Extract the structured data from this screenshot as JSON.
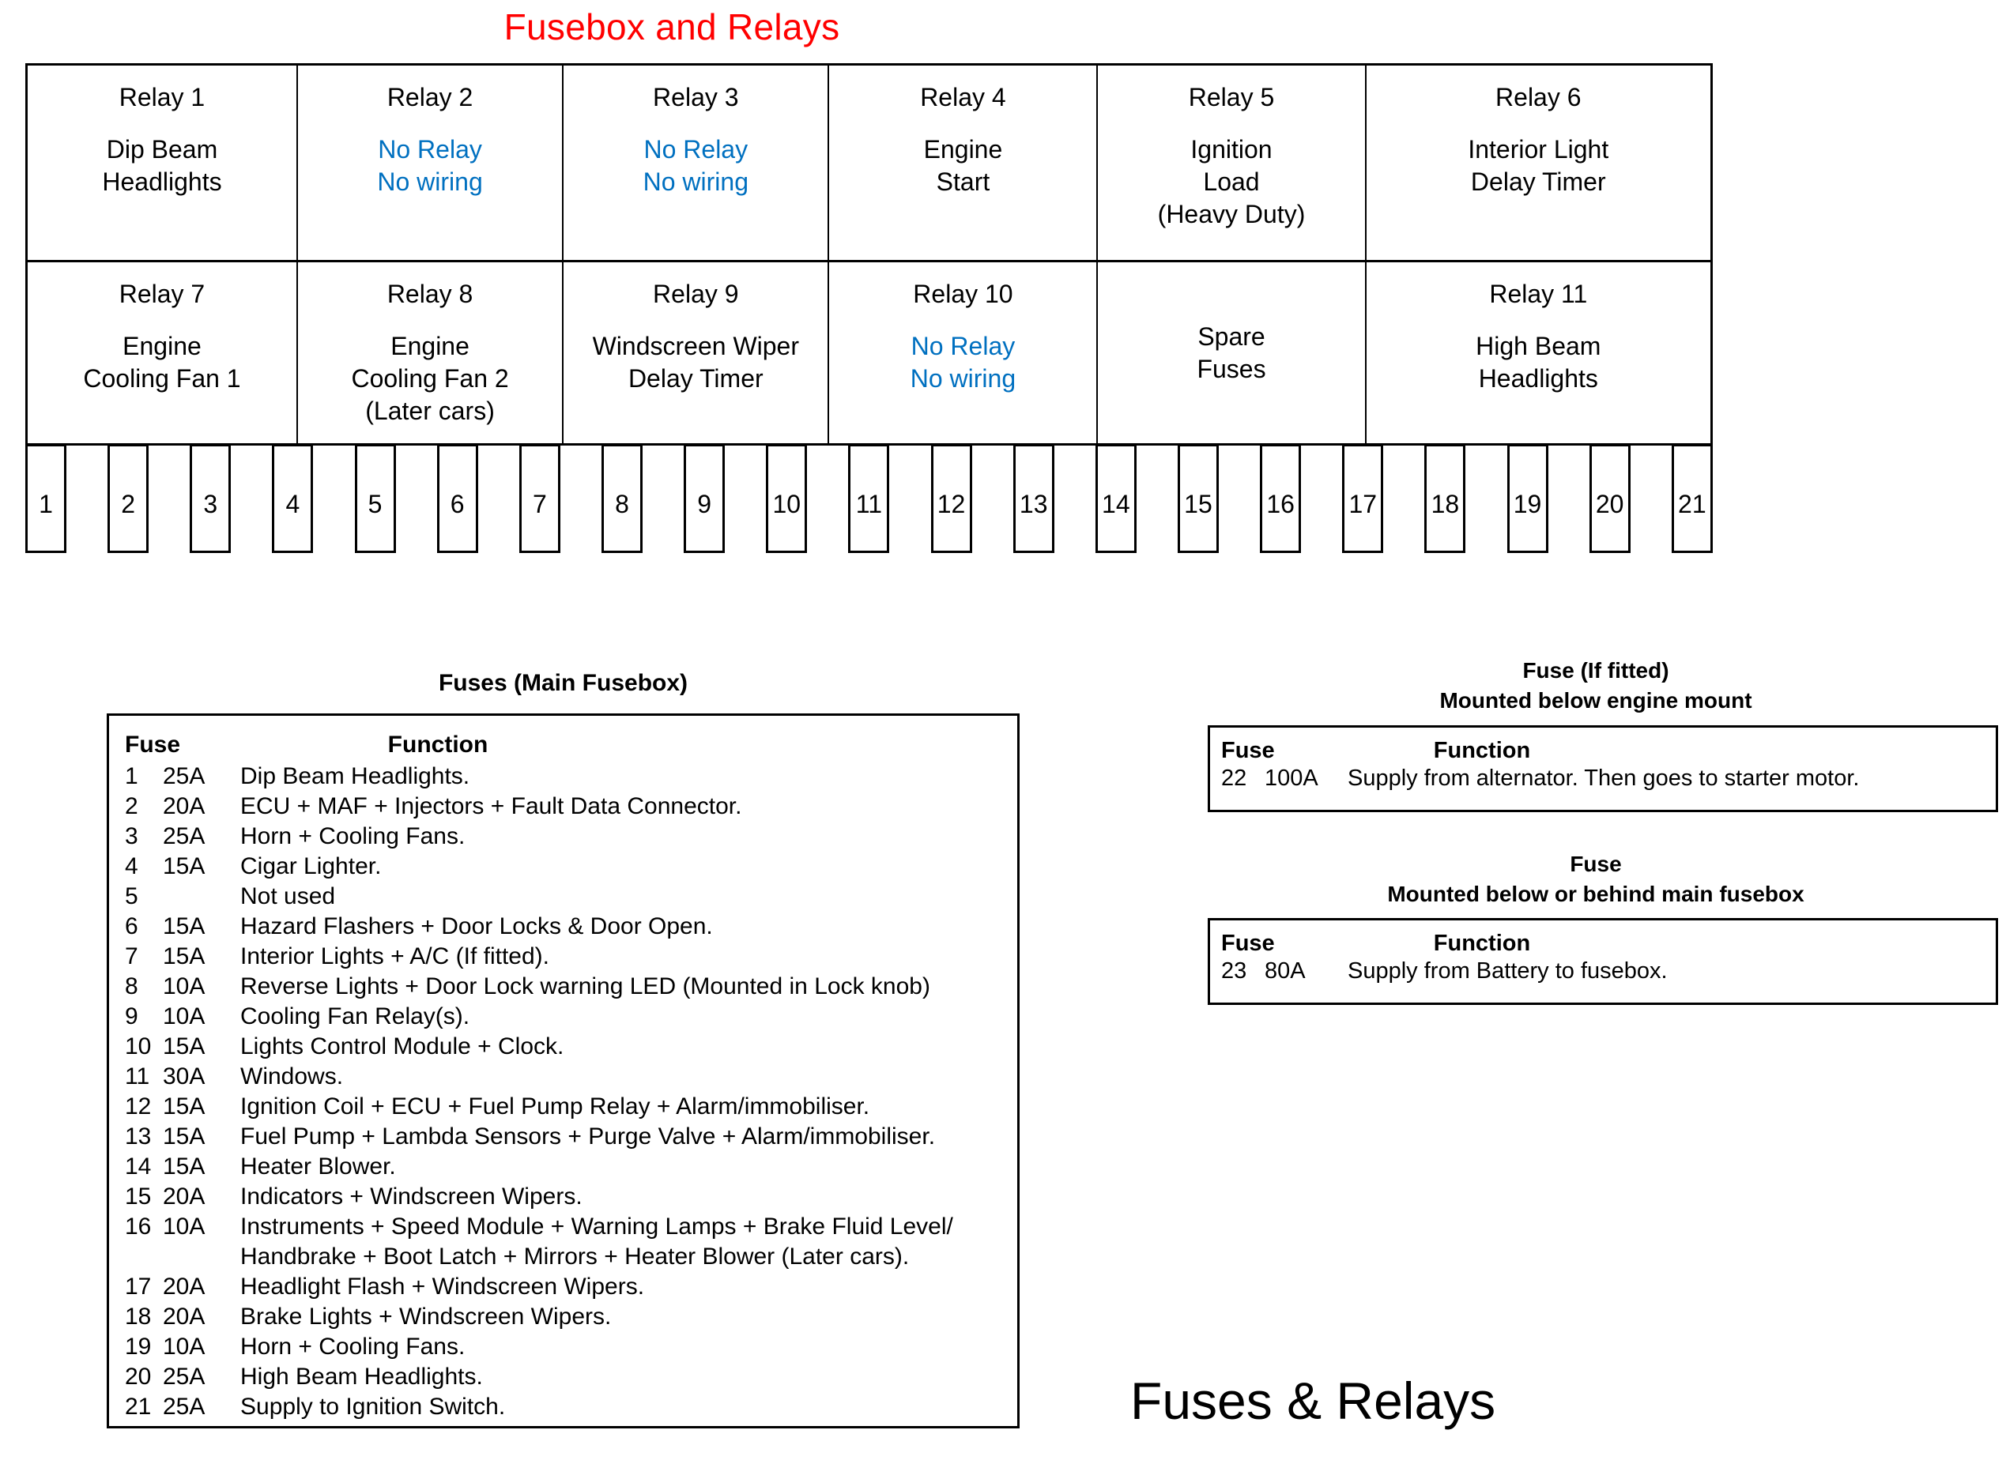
{
  "page": {
    "main_title": "Fusebox and Relays",
    "bottom_title": "Fuses & Relays",
    "colors": {
      "title_red": "#FF0000",
      "no_relay_blue": "#0070C0",
      "border_black": "#000000",
      "background": "#FFFFFF"
    }
  },
  "relay_grid": {
    "rows": [
      {
        "cells": [
          {
            "name": "Relay 1",
            "desc": "Dip Beam\nHeadlights",
            "style": "black"
          },
          {
            "name": "Relay 2",
            "desc": "No Relay\nNo wiring",
            "style": "blue"
          },
          {
            "name": "Relay 3",
            "desc": "No Relay\nNo wiring",
            "style": "blue"
          },
          {
            "name": "Relay 4",
            "desc": "Engine\nStart",
            "style": "black"
          },
          {
            "name": "Relay 5",
            "desc": "Ignition\nLoad\n(Heavy Duty)",
            "style": "black"
          },
          {
            "name": "Relay 6",
            "desc": "Interior Light\nDelay Timer",
            "style": "black"
          }
        ]
      },
      {
        "cells": [
          {
            "name": "Relay 7",
            "desc": "Engine\nCooling Fan 1",
            "style": "black"
          },
          {
            "name": "Relay 8",
            "desc": "Engine\nCooling Fan 2\n(Later cars)",
            "style": "black"
          },
          {
            "name": "Relay 9",
            "desc": "Windscreen Wiper\nDelay Timer",
            "style": "black"
          },
          {
            "name": "Relay 10",
            "desc": "No Relay\nNo wiring",
            "style": "blue"
          },
          {
            "name": "",
            "desc": "Spare\nFuses",
            "style": "black"
          },
          {
            "name": "Relay 11",
            "desc": "High Beam\nHeadlights",
            "style": "black"
          }
        ]
      }
    ]
  },
  "fuse_strip": {
    "slots": [
      "1",
      "2",
      "3",
      "4",
      "5",
      "6",
      "7",
      "8",
      "9",
      "10",
      "11",
      "12",
      "13",
      "14",
      "15",
      "16",
      "17",
      "18",
      "19",
      "20",
      "21"
    ]
  },
  "main_fusebox": {
    "heading": "Fuses (Main Fusebox)",
    "col_fuse": "Fuse",
    "col_function": "Function",
    "rows": [
      {
        "num": "1",
        "amp": "25A",
        "function": "Dip Beam Headlights."
      },
      {
        "num": "2",
        "amp": "20A",
        "function": "ECU + MAF + Injectors + Fault Data Connector."
      },
      {
        "num": "3",
        "amp": "25A",
        "function": "Horn + Cooling Fans."
      },
      {
        "num": "4",
        "amp": "15A",
        "function": "Cigar Lighter."
      },
      {
        "num": "5",
        "amp": "",
        "function": "Not used"
      },
      {
        "num": "6",
        "amp": "15A",
        "function": "Hazard Flashers + Door Locks & Door Open."
      },
      {
        "num": "7",
        "amp": "15A",
        "function": "Interior Lights + A/C (If fitted)."
      },
      {
        "num": "8",
        "amp": "10A",
        "function": "Reverse Lights + Door Lock warning LED (Mounted in Lock knob)"
      },
      {
        "num": "9",
        "amp": "10A",
        "function": "Cooling Fan Relay(s)."
      },
      {
        "num": "10",
        "amp": "15A",
        "function": "Lights Control Module + Clock."
      },
      {
        "num": "11",
        "amp": "30A",
        "function": "Windows."
      },
      {
        "num": "12",
        "amp": "15A",
        "function": "Ignition Coil + ECU + Fuel Pump Relay + Alarm/immobiliser."
      },
      {
        "num": "13",
        "amp": "15A",
        "function": "Fuel Pump + Lambda Sensors + Purge Valve + Alarm/immobiliser."
      },
      {
        "num": "14",
        "amp": "15A",
        "function": "Heater Blower."
      },
      {
        "num": "15",
        "amp": "20A",
        "function": "Indicators + Windscreen Wipers."
      },
      {
        "num": "16",
        "amp": "10A",
        "function": "Instruments + Speed Module + Warning Lamps + Brake Fluid Level/",
        "function_cont": "Handbrake + Boot Latch + Mirrors + Heater Blower (Later cars)."
      },
      {
        "num": "17",
        "amp": "20A",
        "function": "Headlight Flash + Windscreen Wipers."
      },
      {
        "num": "18",
        "amp": "20A",
        "function": "Brake Lights + Windscreen Wipers."
      },
      {
        "num": "19",
        "amp": "10A",
        "function": "Horn + Cooling Fans."
      },
      {
        "num": "20",
        "amp": "25A",
        "function": "High Beam Headlights."
      },
      {
        "num": "21",
        "amp": "25A",
        "function": "Supply to Ignition Switch."
      }
    ]
  },
  "side_panels": [
    {
      "heading_line1": "Fuse (If fitted)",
      "heading_line2": "Mounted below engine mount",
      "col_fuse": "Fuse",
      "col_function": "Function",
      "row": {
        "num": "22",
        "amp": "100A",
        "function": "Supply from alternator. Then goes to starter motor."
      }
    },
    {
      "heading_line1": "Fuse",
      "heading_line2": "Mounted below or behind main fusebox",
      "col_fuse": "Fuse",
      "col_function": "Function",
      "row": {
        "num": "23",
        "amp": "80A",
        "function": "Supply from Battery to fusebox."
      }
    }
  ]
}
